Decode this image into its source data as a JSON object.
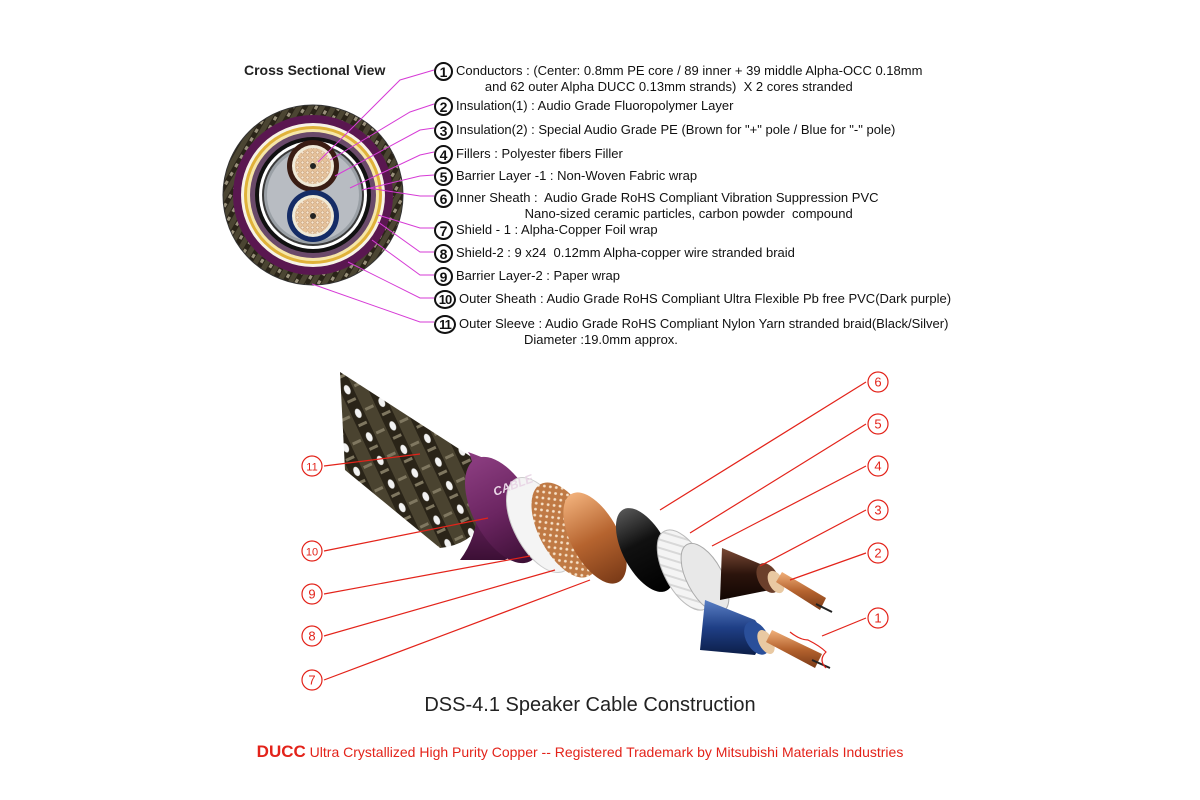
{
  "cross_section": {
    "title": "Cross Sectional View"
  },
  "legend": [
    {
      "num": "1",
      "lines": [
        "Conductors : (Center: 0.8mm PE core / 89 inner + 39 middle Alpha-OCC 0.18mm",
        "        and 62 outer Alpha DUCC 0.13mm strands)  X 2 cores stranded"
      ]
    },
    {
      "num": "2",
      "lines": [
        "Insulation(1) : Audio Grade Fluoropolymer Layer"
      ]
    },
    {
      "num": "3",
      "lines": [
        "Insulation(2) : Special Audio Grade PE (Brown for \"+\" pole / Blue for \"-\" pole)"
      ]
    },
    {
      "num": "4",
      "lines": [
        "Fillers : Polyester fibers Filler"
      ]
    },
    {
      "num": "5",
      "lines": [
        "Barrier Layer -1 : Non-Woven Fabric wrap"
      ]
    },
    {
      "num": "6",
      "lines": [
        "Inner Sheath :  Audio Grade RoHS Compliant Vibration Suppression PVC",
        "                   Nano-sized ceramic particles, carbon powder  compound"
      ]
    },
    {
      "num": "7",
      "lines": [
        "Shield - 1 : Alpha-Copper Foil wrap"
      ]
    },
    {
      "num": "8",
      "lines": [
        "Shield-2 : 9 x24  0.12mm Alpha-copper wire stranded braid"
      ]
    },
    {
      "num": "9",
      "lines": [
        "Barrier Layer-2 : Paper wrap"
      ]
    },
    {
      "num": "10",
      "lines": [
        "Outer Sheath : Audio Grade RoHS Compliant Ultra Flexible Pb free PVC(Dark purple)"
      ]
    },
    {
      "num": "11",
      "lines": [
        "Outer Sleeve : Audio Grade RoHS Compliant Nylon Yarn stranded braid(Black/Silver)",
        "                  Diameter :19.0mm approx."
      ]
    }
  ],
  "cable_label_text": "CABLE",
  "callouts": [
    "1",
    "2",
    "3",
    "4",
    "5",
    "6",
    "7",
    "8",
    "9",
    "10",
    "11"
  ],
  "caption": "DSS-4.1 Speaker Cable Construction",
  "footer": {
    "brand": "DUCC",
    "text": " Ultra Crystallized High Purity Copper -- Registered Trademark by Mitsubishi Materials Industries"
  },
  "colors": {
    "callout_red": "#e3231a",
    "leader_magenta": "#d63bd6",
    "outer_sheath_purple": "#5a1750",
    "copper": "#c9703a",
    "positive_insulation_brown": "#3a1d14",
    "negative_insulation_blue": "#1d3a7a"
  }
}
